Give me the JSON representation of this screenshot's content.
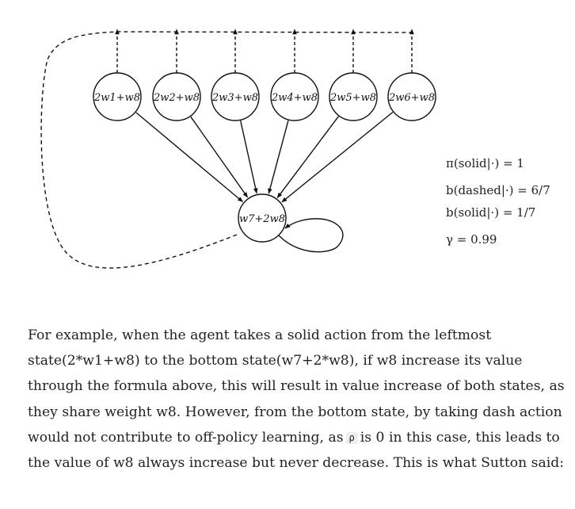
{
  "diagram": {
    "top_states": [
      "2w1+w8",
      "2w2+w8",
      "2w3+w8",
      "2w4+w8",
      "2w5+w8",
      "2w6+w8"
    ],
    "bottom_state": "w7+2w8"
  },
  "legend": {
    "target_policy": "π(solid|·) = 1",
    "behavior_dashed": "b(dashed|·) = 6/7",
    "behavior_solid": "b(solid|·) = 1/7",
    "discount": "γ = 0.99"
  },
  "text": {
    "part1": "For example, when the agent takes a solid action from the leftmost state(2*w1+w8) to the bottom state(w7+2*w8), if w8 increase its value through the formula above, this will result in value increase of both states, as they share weight w8. However, from the bottom state, by taking dash action would not contribute to off-policy learning, as",
    "rho": "ρ",
    "part2": "is 0 in this case, this leads to the value of w8 always increase but never decrease. This is what Sutton said:"
  }
}
